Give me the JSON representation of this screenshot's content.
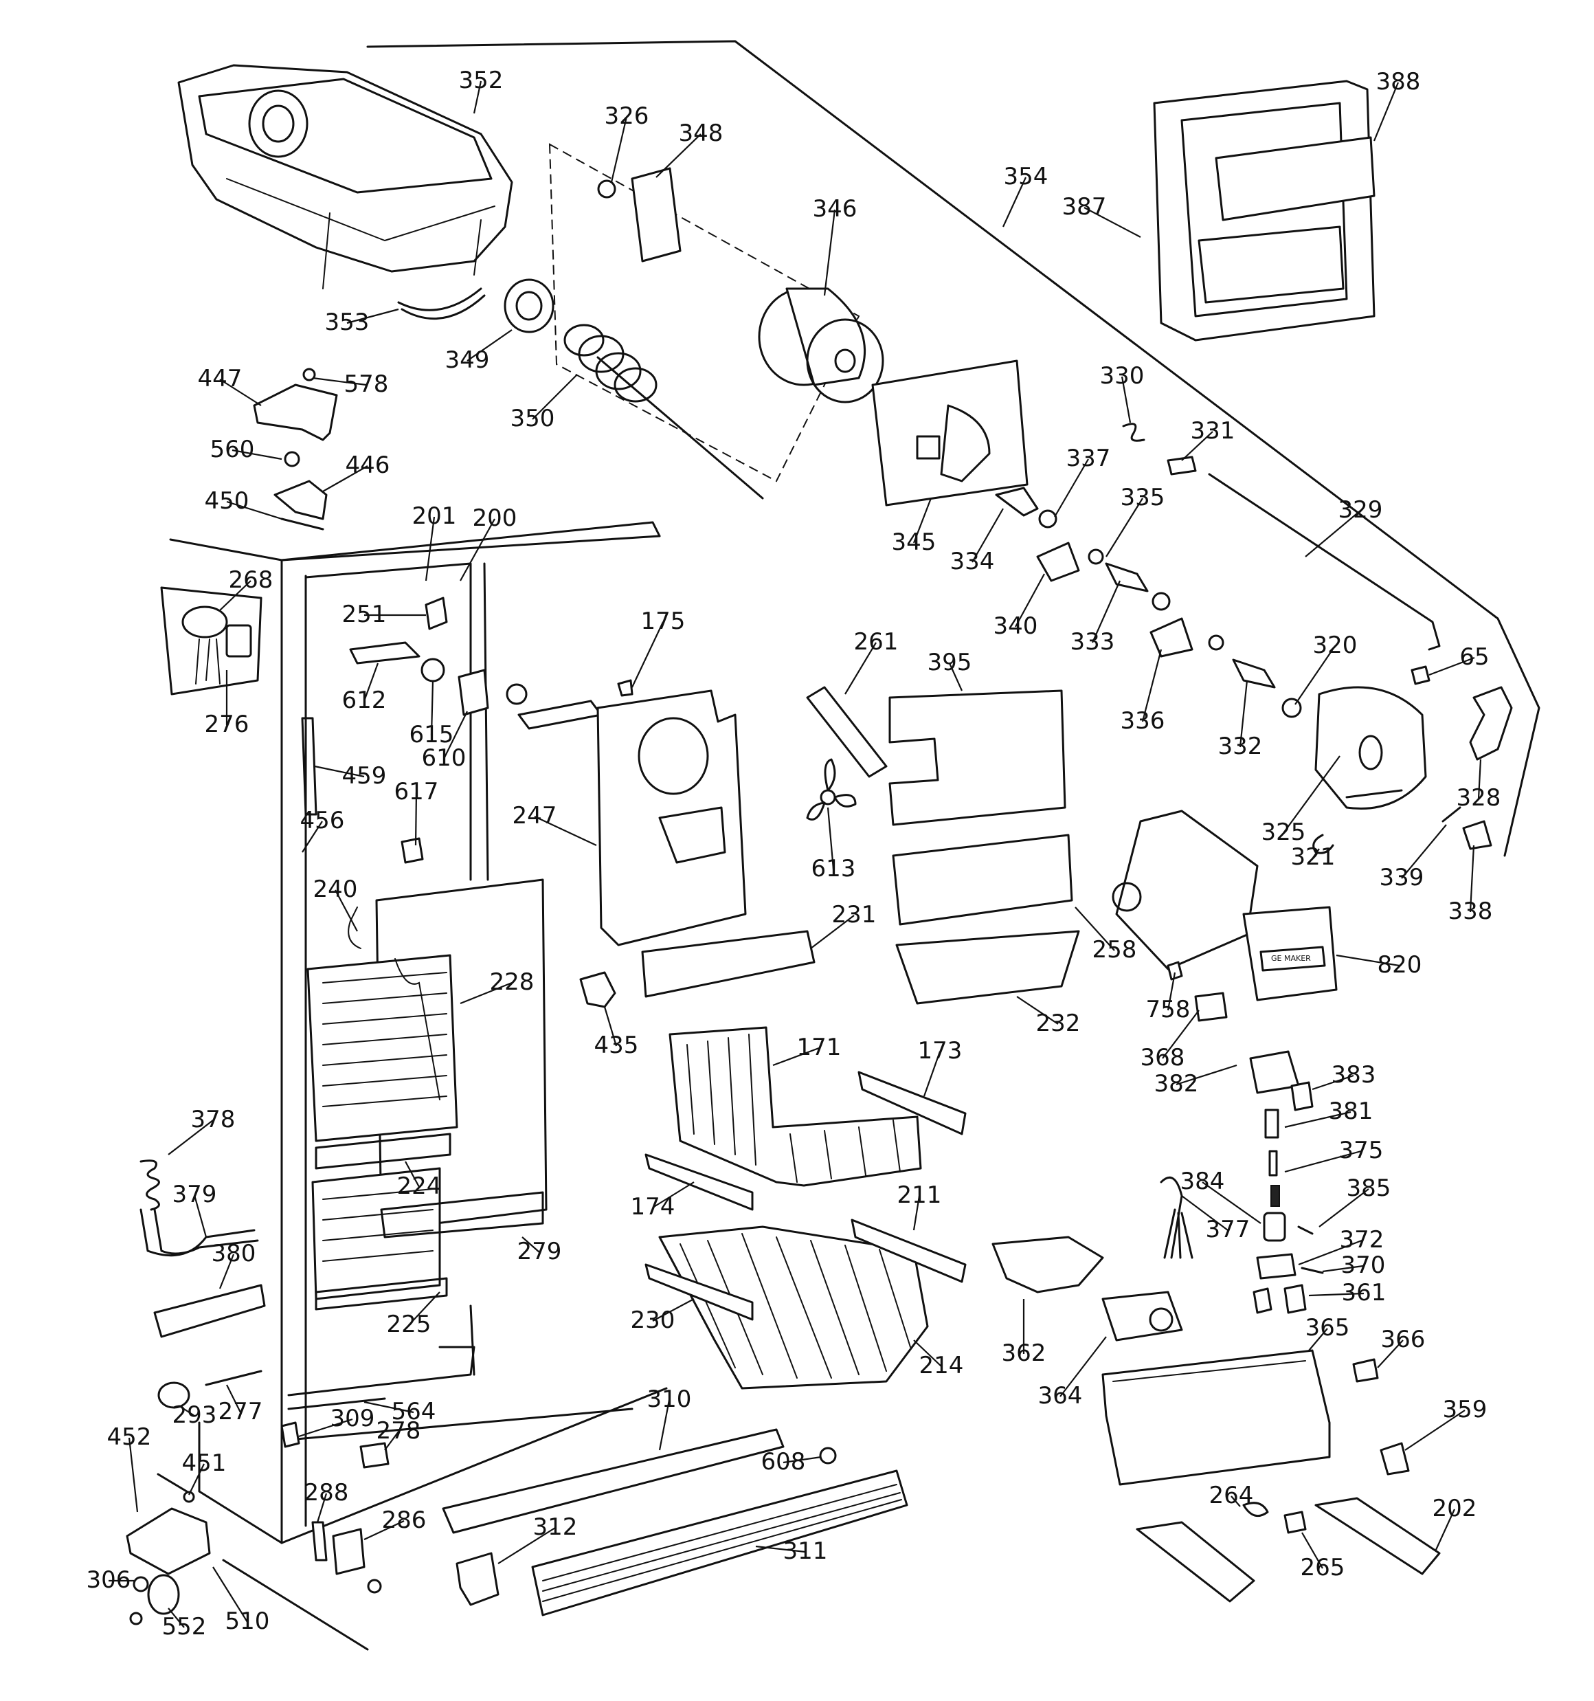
{
  "diagram": {
    "type": "exploded-parts-diagram",
    "part_numbers": [
      "352",
      "326",
      "348",
      "346",
      "354",
      "387",
      "388",
      "353",
      "349",
      "350",
      "345",
      "447",
      "578",
      "560",
      "446",
      "450",
      "330",
      "331",
      "329",
      "337",
      "334",
      "335",
      "340",
      "333",
      "336",
      "332",
      "320",
      "65",
      "328",
      "325",
      "321",
      "339",
      "338",
      "201",
      "200",
      "268",
      "276",
      "251",
      "612",
      "615",
      "610",
      "617",
      "459",
      "456",
      "175",
      "247",
      "261",
      "395",
      "613",
      "240",
      "228",
      "231",
      "258",
      "232",
      "820",
      "758",
      "368",
      "435",
      "171",
      "173",
      "174",
      "211",
      "230",
      "214",
      "224",
      "225",
      "279",
      "378",
      "379",
      "380",
      "382",
      "383",
      "381",
      "375",
      "384",
      "385",
      "377",
      "372",
      "370",
      "361",
      "362",
      "364",
      "365",
      "366",
      "359",
      "264",
      "265",
      "202",
      "293",
      "277",
      "564",
      "309",
      "310",
      "608",
      "452",
      "451",
      "278",
      "288",
      "286",
      "312",
      "311",
      "306",
      "552",
      "510"
    ],
    "nameplate_text": "GE MAKER"
  }
}
